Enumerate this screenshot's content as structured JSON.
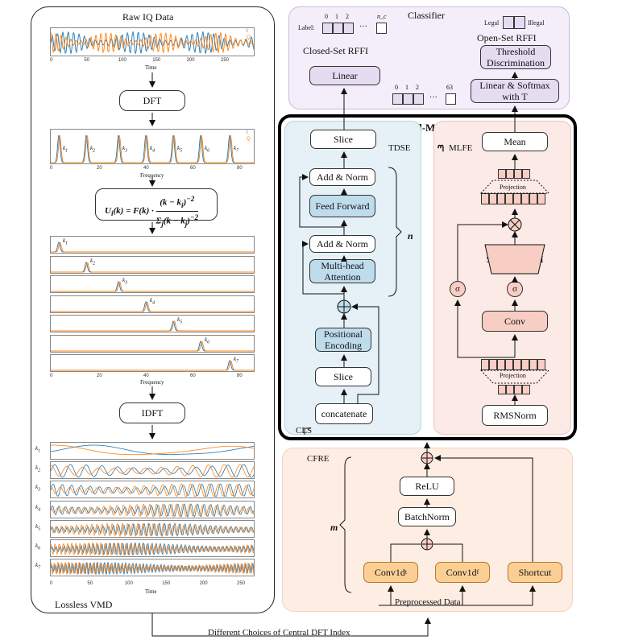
{
  "left_panel": {
    "raw_title": "Raw IQ Data",
    "time_label": "Time",
    "frequency_label": "Frequency",
    "dft": "DFT",
    "idft": "IDFT",
    "formula": "U_i(k) = F(k) · (k − k_i)^−2 / Σ_j (k − k_j)^−2",
    "vmd_label": "Lossless VMD",
    "legend_i": "I",
    "legend_q": "Q",
    "time_ticks": [
      "0",
      "50",
      "100",
      "150",
      "200",
      "250"
    ],
    "freq_ticks": [
      "0",
      "20",
      "40",
      "60",
      "80"
    ],
    "peaks": [
      "k1",
      "k2",
      "k3",
      "k4",
      "k5",
      "k6",
      "k7"
    ],
    "colors": {
      "i": "#1f77b4",
      "q": "#ff7f0e"
    }
  },
  "bottom_caption": "Different Choices of Central DFT Index",
  "classifier": {
    "title": "Classifier",
    "label_text": "Label:",
    "label_indices": [
      "0",
      "1",
      "2",
      "n_c"
    ],
    "closed_set": "Closed-Set RFFI",
    "open_set": "Open-Set RFFI",
    "legal": "Legal",
    "illegal": "Illegal",
    "threshold": "Threshold Discrimination",
    "linear": "Linear",
    "linear_softmax": "Linear & Softmax with T",
    "vec_indices": [
      "0",
      "1",
      "2",
      "63"
    ]
  },
  "dual_mode": {
    "title": "Dual-Mode",
    "tdse": {
      "title": "TDSE",
      "slice_top": "Slice",
      "add_norm_1": "Add & Norm",
      "feed_forward": "Feed Forward",
      "add_norm_2": "Add & Norm",
      "mha": "Multi-head Attention",
      "repeat": "n",
      "pos_enc": "Positional Encoding",
      "slice_bottom": "Slice",
      "concatenate": "concatenate",
      "cls": "CLS"
    },
    "mlfe": {
      "title": "MLFE",
      "mean": "Mean",
      "projection_top": "Projection",
      "ssm": "Selective SSM",
      "sigma": "σ",
      "conv": "Conv",
      "projection_bottom": "Projection",
      "rmsnorm": "RMSNorm"
    }
  },
  "cfre": {
    "title": "CFRE",
    "repeat": "m",
    "relu": "ReLU",
    "batchnorm": "BatchNorm",
    "conv1d_t": "Conv1d_t",
    "conv1d_f": "Conv1d_f",
    "shortcut": "Shortcut",
    "input": "Preprocessed Data"
  }
}
